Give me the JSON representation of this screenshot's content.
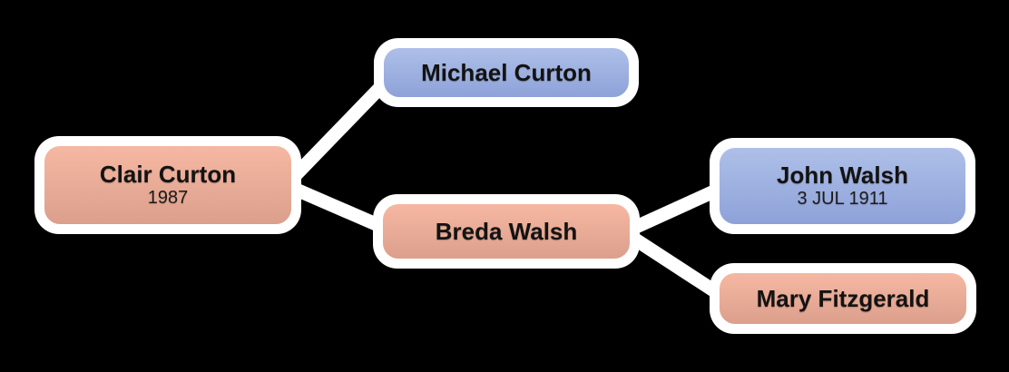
{
  "diagram_type": "family-tree",
  "colors": {
    "background": "#000000",
    "connector": "#ffffff",
    "node_border": "#ffffff",
    "male_gradient_top": "#aebfe8",
    "male_gradient_bottom": "#8ea2d9",
    "female_gradient_top": "#f6b8a2",
    "female_gradient_bottom": "#db9f8c",
    "text": "#131313"
  },
  "nodes": [
    {
      "id": "clair-curton",
      "name": "Clair Curton",
      "detail": "1987",
      "gender": "female"
    },
    {
      "id": "michael-curton",
      "name": "Michael Curton",
      "detail": "",
      "gender": "male"
    },
    {
      "id": "breda-walsh",
      "name": "Breda Walsh",
      "detail": "",
      "gender": "female"
    },
    {
      "id": "john-walsh",
      "name": "John Walsh",
      "detail": "3 JUL 1911",
      "gender": "male"
    },
    {
      "id": "mary-fitzgerald",
      "name": "Mary Fitzgerald",
      "detail": "",
      "gender": "female"
    }
  ],
  "edges": [
    {
      "from": "clair-curton",
      "to": "michael-curton"
    },
    {
      "from": "clair-curton",
      "to": "breda-walsh"
    },
    {
      "from": "breda-walsh",
      "to": "john-walsh"
    },
    {
      "from": "breda-walsh",
      "to": "mary-fitzgerald"
    }
  ]
}
